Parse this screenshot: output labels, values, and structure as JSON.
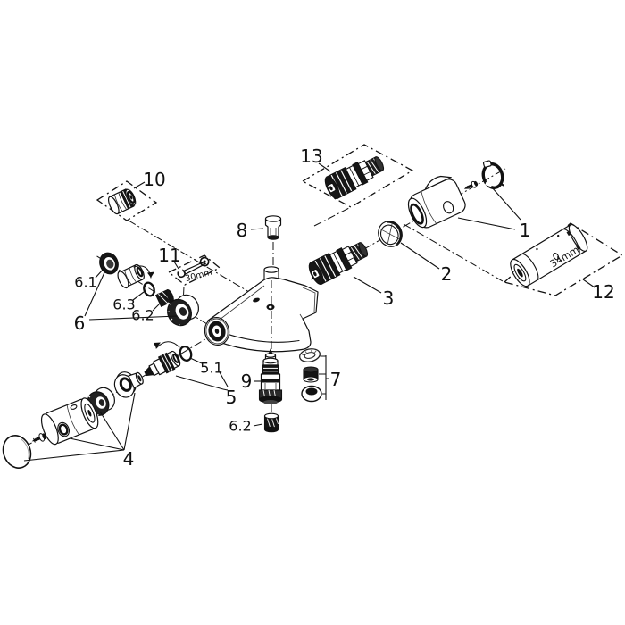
{
  "diagram": {
    "kind": "exploded-parts-diagram",
    "colors": {
      "background": "#ffffff",
      "line": "#111111",
      "dark_fill": "#161616",
      "mid_gray": "#555555"
    }
  },
  "labels": {
    "p1": "1",
    "p2": "2",
    "p3": "3",
    "p4": "4",
    "p5": "5",
    "p5_1": "5.1",
    "p6": "6",
    "p6_1": "6.1",
    "p6_2": "6.2",
    "p6_3": "6.3",
    "p6_2_lower": "6.2",
    "p7": "7",
    "p8": "8",
    "p9": "9",
    "p10": "10",
    "p11": "11",
    "p12": "12",
    "p13": "13"
  },
  "annotations": {
    "wrench_size": "30mm",
    "sleeve_size": "34mm"
  }
}
